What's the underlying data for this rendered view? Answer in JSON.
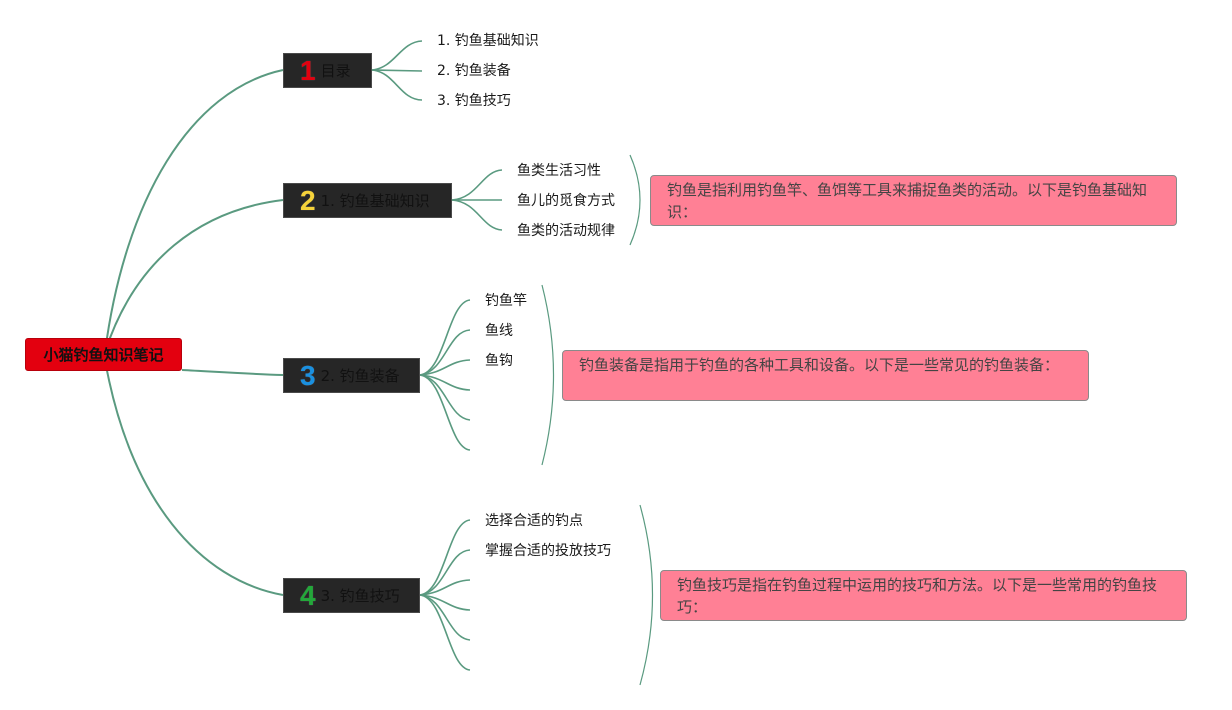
{
  "root": {
    "label": "小猫钓鱼知识笔记"
  },
  "topics": [
    {
      "number": "1",
      "label": "目录",
      "number_color": "#e3000f",
      "leaves": [
        "1. 钓鱼基础知识",
        "2. 钓鱼装备",
        "3. 钓鱼技巧"
      ]
    },
    {
      "number": "2",
      "label": "1. 钓鱼基础知识",
      "number_color": "#f5d23a",
      "leaves": [
        "鱼类生活习性",
        "鱼儿的觅食方式",
        "鱼类的活动规律"
      ],
      "note": "钓鱼是指利用钓鱼竿、鱼饵等工具来捕捉鱼类的活动。以下是钓鱼基础知识："
    },
    {
      "number": "3",
      "label": "2. 钓鱼装备",
      "number_color": "#1a90e0",
      "leaves": [
        "钓鱼竿",
        "鱼线",
        "鱼钩"
      ],
      "note": "钓鱼装备是指用于钓鱼的各种工具和设备。以下是一些常见的钓鱼装备："
    },
    {
      "number": "4",
      "label": "3. 钓鱼技巧",
      "number_color": "#23a83a",
      "leaves": [
        "选择合适的钓点",
        "掌握合适的投放技巧"
      ],
      "note": "钓鱼技巧是指在钓鱼过程中运用的技巧和方法。以下是一些常用的钓鱼技巧："
    }
  ],
  "colors": {
    "connector": "#5a9a80",
    "root_fill": "#e3000f",
    "topic_fill": "#262626",
    "note_fill": "#ff8095"
  }
}
